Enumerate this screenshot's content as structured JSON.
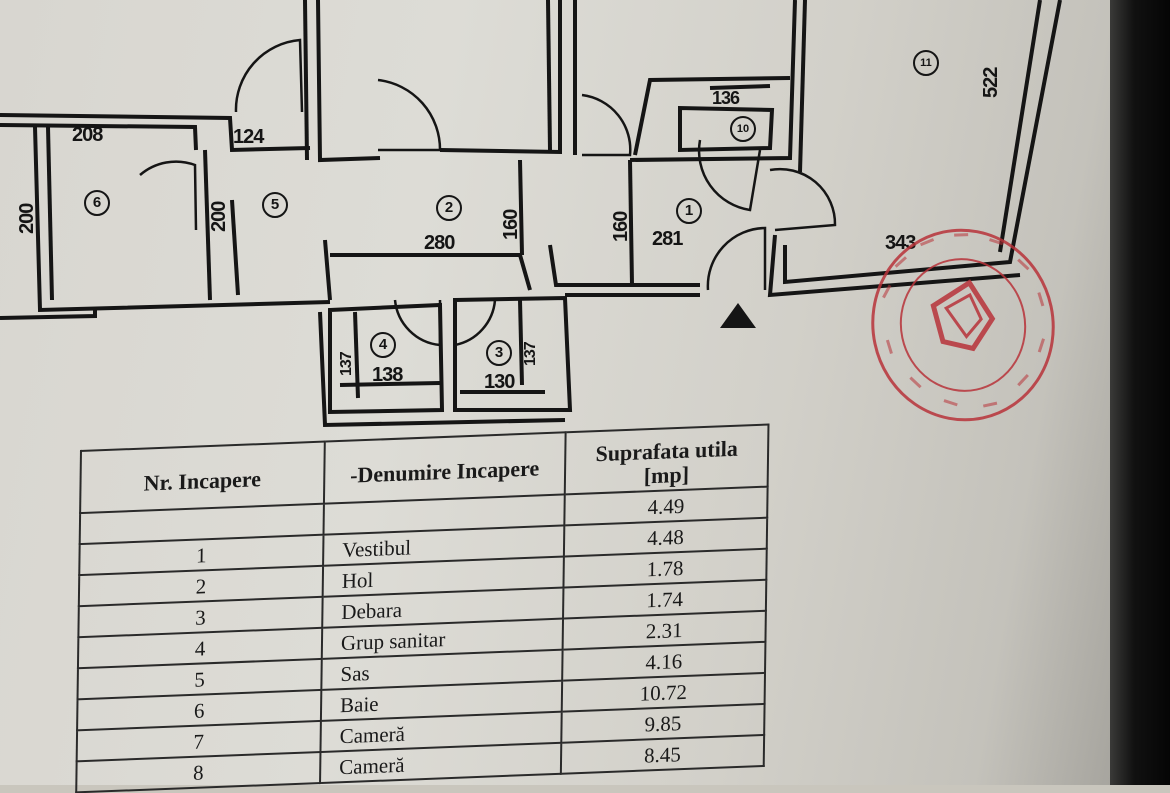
{
  "plan": {
    "dimensions": [
      "208",
      "124",
      "200",
      "200",
      "280",
      "160",
      "160",
      "281",
      "343",
      "522",
      "136",
      "137",
      "138",
      "137",
      "130"
    ],
    "room_markers": [
      "6",
      "5",
      "2",
      "1",
      "10",
      "11",
      "4",
      "3"
    ]
  },
  "table": {
    "headers": [
      "Nr. Incapere",
      "-Denumire Incapere",
      "Suprafata utila [mp]"
    ],
    "rows": [
      {
        "nr": "",
        "name": "",
        "area": "4.49"
      },
      {
        "nr": "1",
        "name": "Vestibul",
        "area": "4.48"
      },
      {
        "nr": "2",
        "name": "Hol",
        "area": "1.78"
      },
      {
        "nr": "3",
        "name": "Debara",
        "area": "1.74"
      },
      {
        "nr": "4",
        "name": "Grup sanitar",
        "area": "2.31"
      },
      {
        "nr": "5",
        "name": "Sas",
        "area": "4.16"
      },
      {
        "nr": "6",
        "name": "Baie",
        "area": "10.72"
      },
      {
        "nr": "7",
        "name": "Cameră",
        "area": "9.85"
      },
      {
        "nr": "8",
        "name": "Cameră",
        "area": "8.45"
      }
    ]
  },
  "colors": {
    "paper": "#dddcd6",
    "ink": "#151515",
    "stamp": "#b8333a",
    "bezel": "#050505"
  }
}
